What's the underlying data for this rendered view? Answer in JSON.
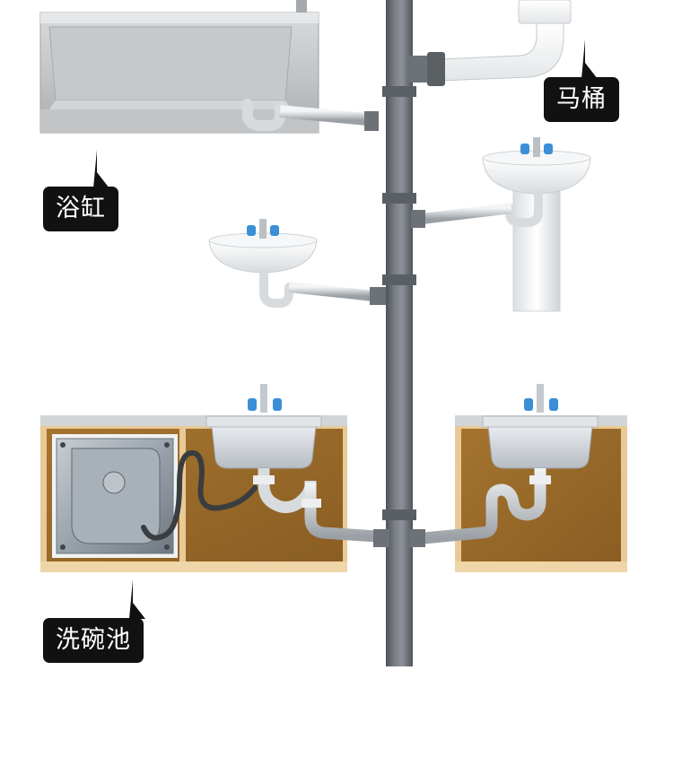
{
  "labels": {
    "toilet": "马桶",
    "bathtub": "浴缸",
    "kitchen_sink": "洗碗池"
  },
  "colors": {
    "stack_pipe": "#6d7278",
    "branch_pipe": "#cfd3d6",
    "cabinet_wood": "#9a6a2c",
    "cabinet_edge": "#e9c995",
    "callout_bg": "#111111",
    "faucet_blue": "#3b8fd6"
  }
}
